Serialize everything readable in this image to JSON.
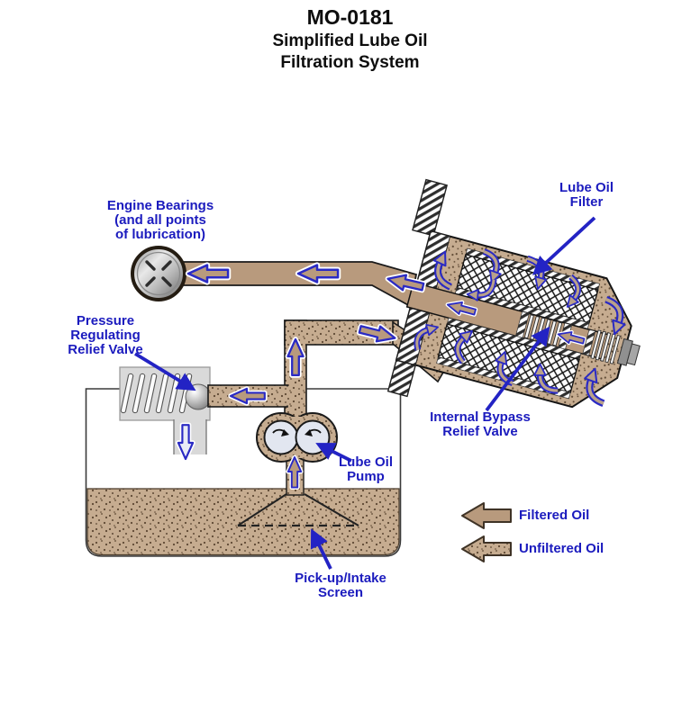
{
  "title": {
    "code": "MO-0181",
    "line2": "Simplified Lube Oil",
    "line3": "Filtration System"
  },
  "labels": {
    "engine_bearings": "Engine Bearings\n(and all points\nof lubrication)",
    "lube_oil_filter": "Lube Oil\nFilter",
    "pressure_regulating_relief_valve": "Pressure\nRegulating\nRelief Valve",
    "internal_bypass_relief_valve": "Internal Bypass\nRelief Valve",
    "lube_oil_pump": "Lube Oil\nPump",
    "pickup_intake_screen": "Pick-up/Intake\nScreen"
  },
  "legend": {
    "filtered_label": "Filtered Oil",
    "unfiltered_label": "Unfiltered Oil"
  },
  "colors": {
    "label_blue": "#1b1bbe",
    "flow_arrow_blue": "#2a2ac4",
    "filtered_oil_tan": "#b89a7d",
    "unfiltered_oil_base": "#c6ac90",
    "stipple_dot_brown": "#5d4833",
    "valve_body_gray": "#d9d9d9",
    "title_black": "#0d0d0d"
  }
}
